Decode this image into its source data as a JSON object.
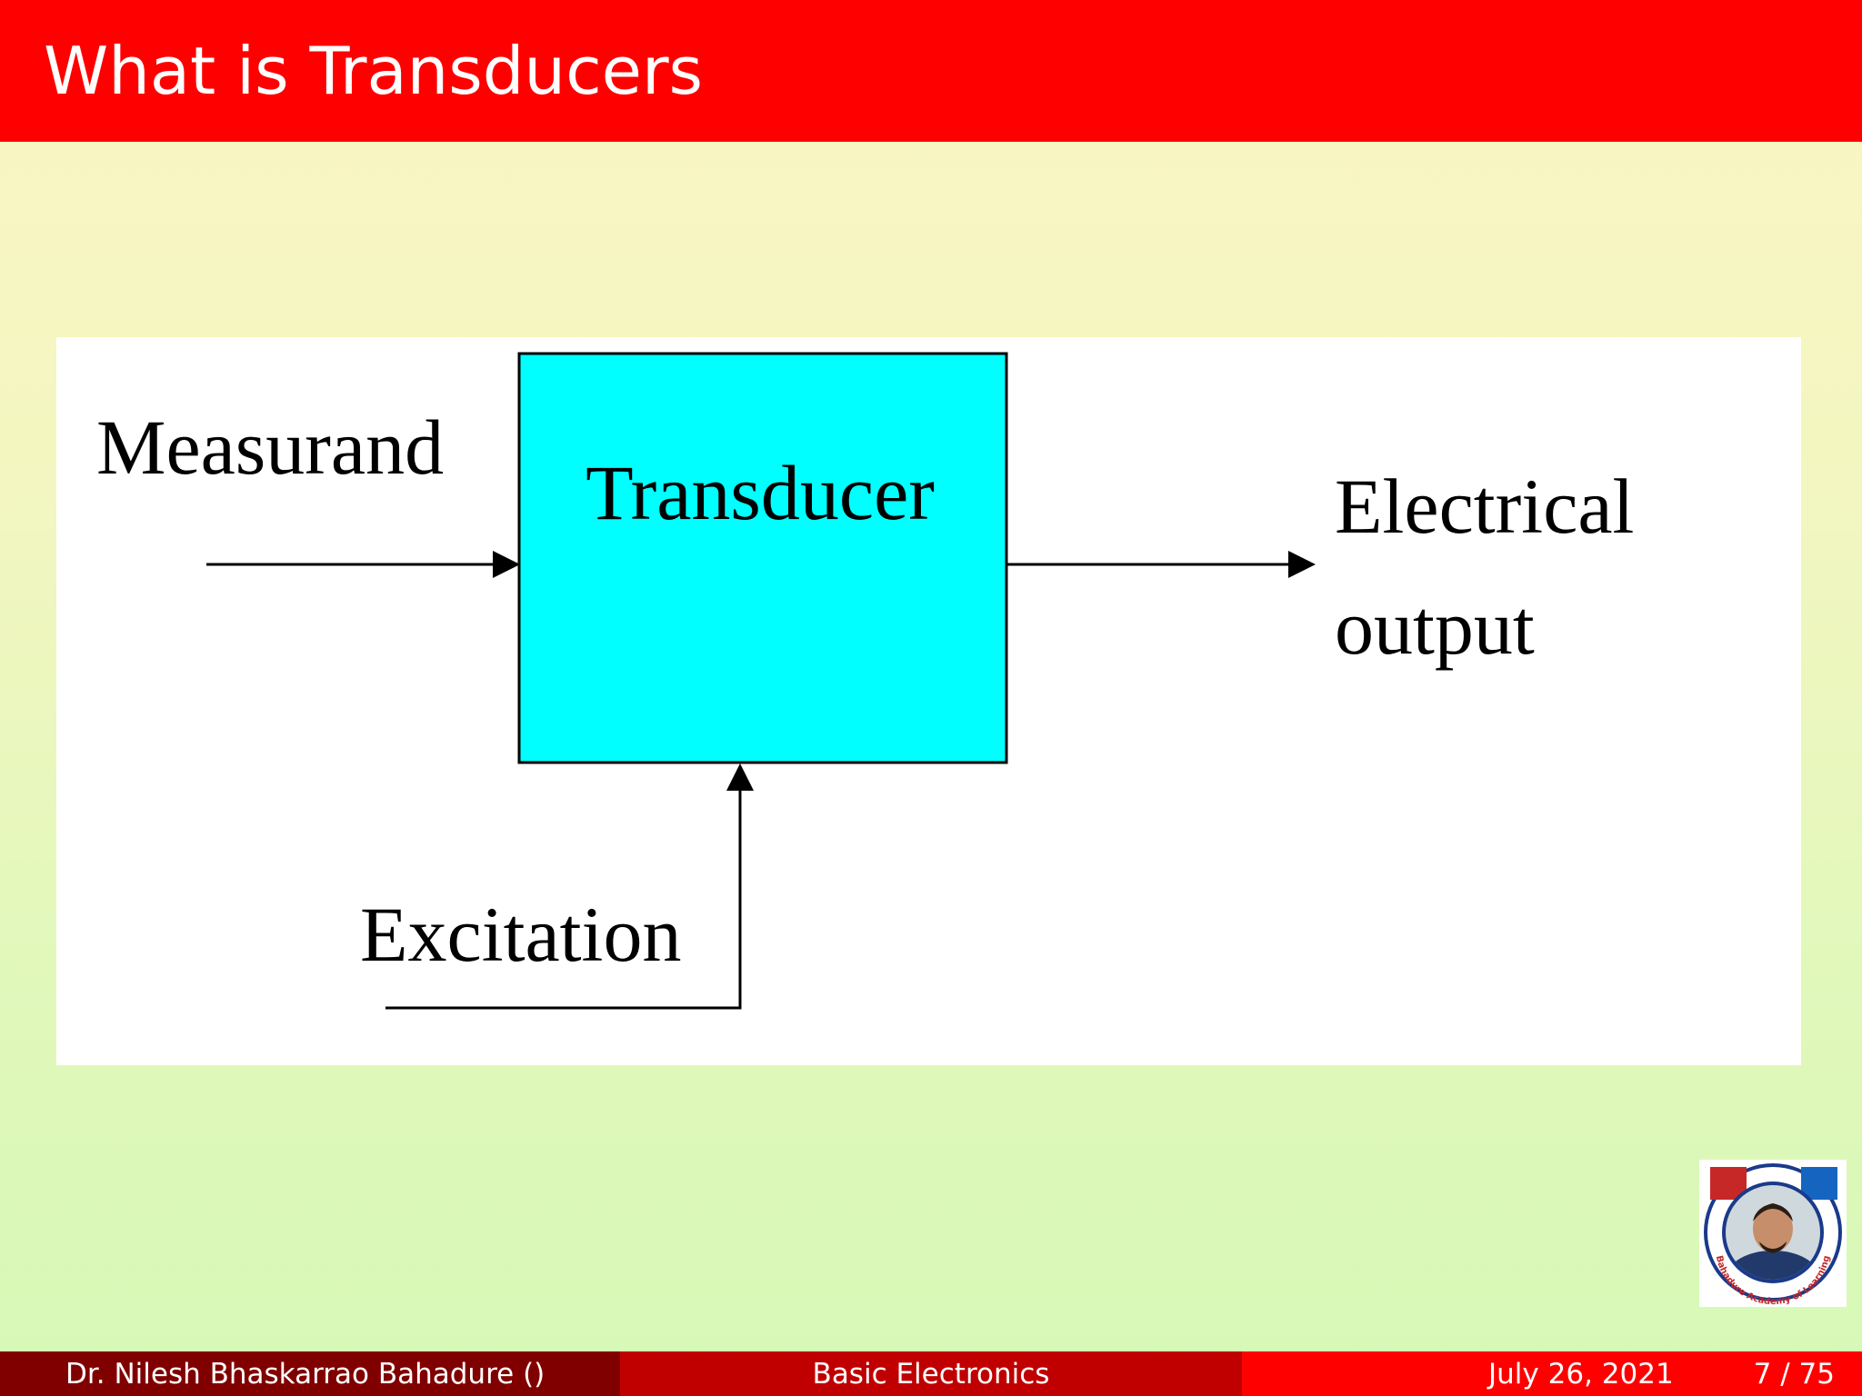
{
  "slide": {
    "title": "What is Transducers"
  },
  "diagram": {
    "block_label": "Transducer",
    "input_label": "Measurand",
    "output_label_line1": "Electrical",
    "output_label_line2": "output",
    "excitation_label": "Excitation",
    "block_color": "#00ffff"
  },
  "logo": {
    "caption": "Bahadure Academy of Learning",
    "icon": "portrait-badge-icon"
  },
  "footer": {
    "author": "Dr. Nilesh Bhaskarrao Bahadure  ()",
    "course": "Basic Electronics",
    "date": "July 26, 2021",
    "page": "7 / 75"
  },
  "colors": {
    "title_bar": "#ff0000",
    "footer_left": "#800000",
    "footer_mid": "#c00000",
    "footer_right": "#ff0000"
  }
}
